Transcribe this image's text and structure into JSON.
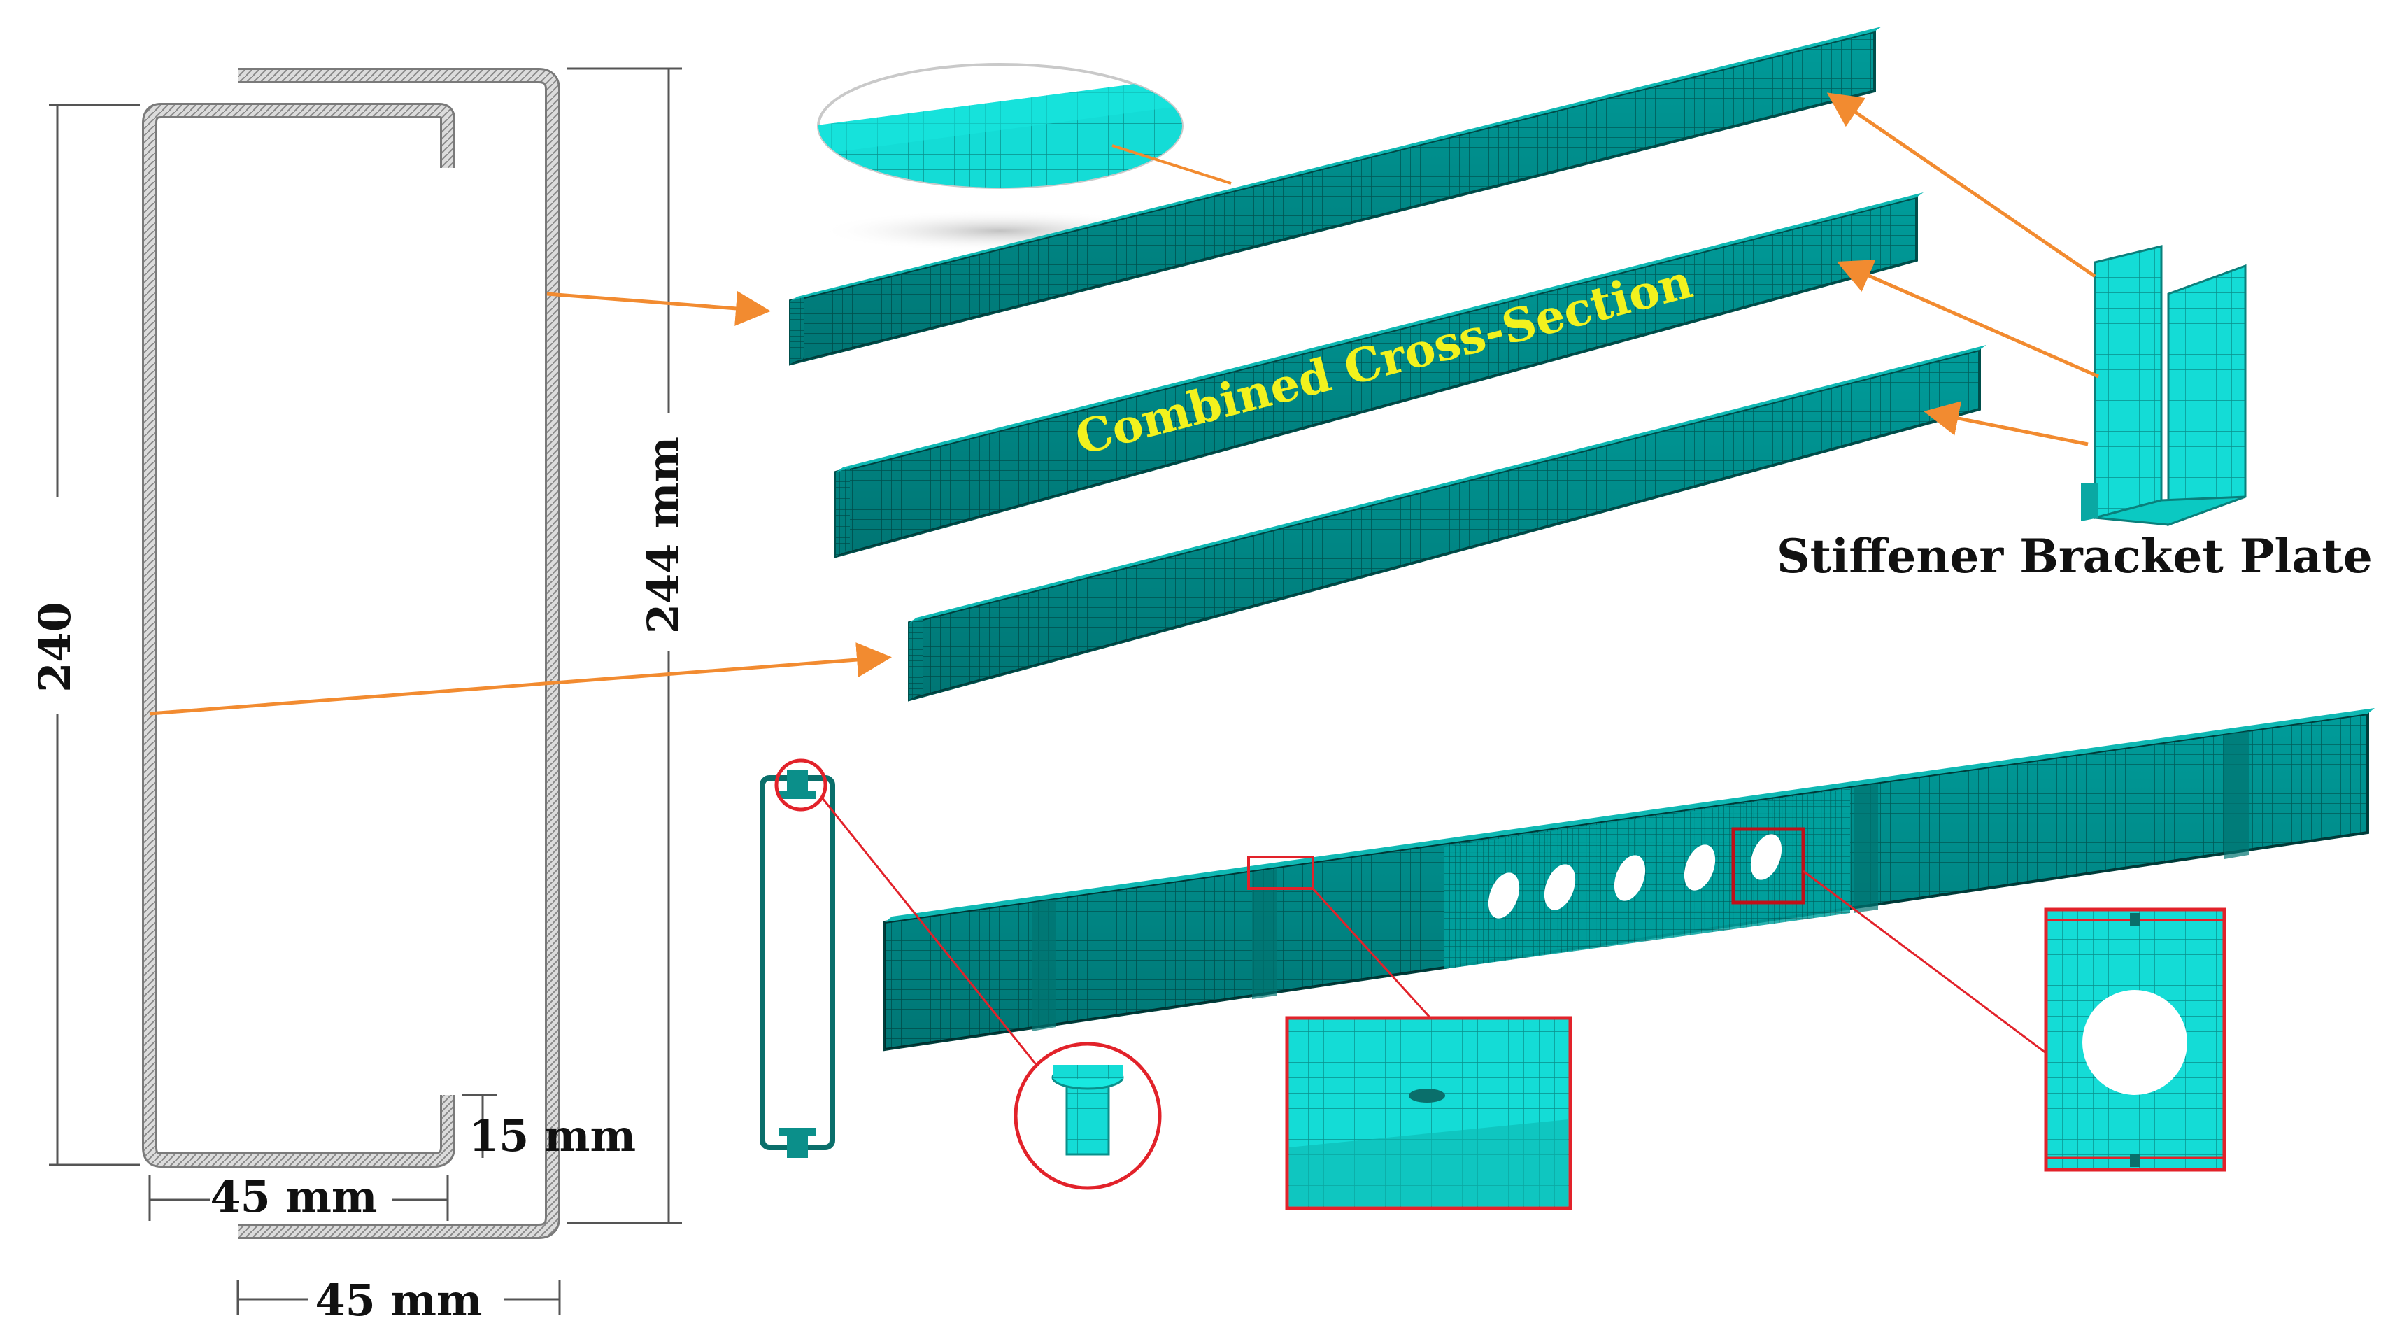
{
  "colors": {
    "mesh": "#009c9a",
    "mesh_dark": "#00625f",
    "mesh_light": "#13e2dc",
    "arrow": "#f28b30",
    "highlight": "#e2222a",
    "label_yellow": "#f2f21e",
    "dimension_line": "#555555"
  },
  "labels": {
    "combined_cross_section": "Combined Cross-Section",
    "stiffener_bracket_plate": "Stiffener Bracket Plate"
  },
  "dimensions": {
    "height_inner": "240",
    "height_outer": "244 mm",
    "lip": "15 mm",
    "flange_inner": "45 mm",
    "flange_outer": "45 mm"
  },
  "icons": {
    "zoom_markers": [
      "red-circle-highlight",
      "red-rectangle-highlight"
    ],
    "arrows": "orange-arrow"
  }
}
